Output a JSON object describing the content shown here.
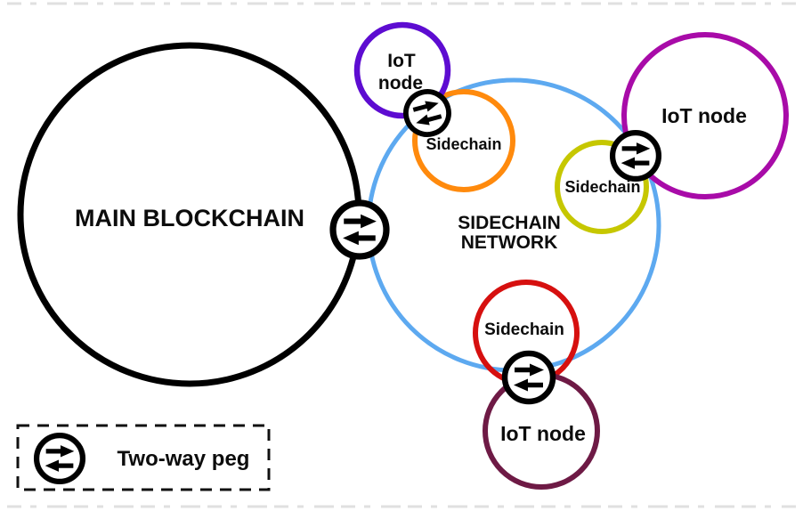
{
  "background": "#ffffff",
  "main_blockchain": {
    "label": "MAIN BLOCKCHAIN",
    "color": "#000000"
  },
  "sidechain_network": {
    "label_line1": "SIDECHAIN",
    "label_line2": "NETWORK",
    "color": "#5da9f0"
  },
  "sidechains": {
    "orange": {
      "label": "Sidechain",
      "color": "#ff8a0d"
    },
    "yellow": {
      "label": "Sidechain",
      "color": "#c6c700"
    },
    "red": {
      "label": "Sidechain",
      "color": "#d6100f"
    }
  },
  "iot_nodes": {
    "top": {
      "label_line1": "IoT",
      "label_line2": "node",
      "color": "#5d0cd1"
    },
    "right": {
      "label": "IoT node",
      "color": "#a80ba8"
    },
    "bottom": {
      "label": "IoT node",
      "color": "#6e1a45"
    }
  },
  "legend": {
    "label": "Two-way peg"
  },
  "icons": {
    "two_way_peg": "⇄"
  }
}
